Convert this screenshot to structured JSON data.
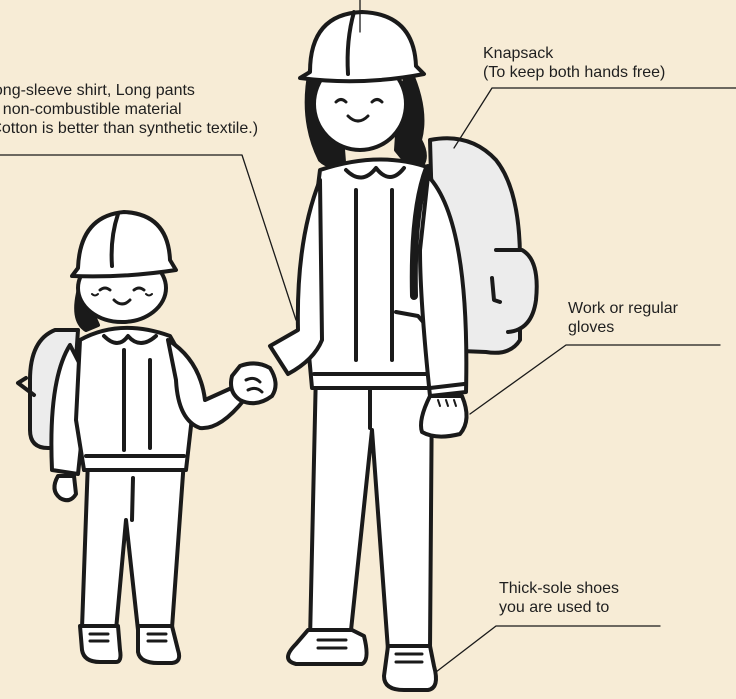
{
  "labels": {
    "clothing": {
      "lines": [
        "Long-sleeve shirt, Long pants",
        "of non-combustible material",
        "(Cotton is better than synthetic textile.)"
      ]
    },
    "knapsack": {
      "lines": [
        "Knapsack",
        "(To keep both hands free)"
      ]
    },
    "gloves": {
      "lines": [
        "Work or regular",
        "gloves"
      ]
    },
    "shoes": {
      "lines": [
        "Thick-sole shoes",
        "you are used to"
      ]
    }
  },
  "colors": {
    "background": "#f7ecd6",
    "outline": "#1a1a1a",
    "fill": "#ffffff",
    "backpack": "#ececec"
  }
}
